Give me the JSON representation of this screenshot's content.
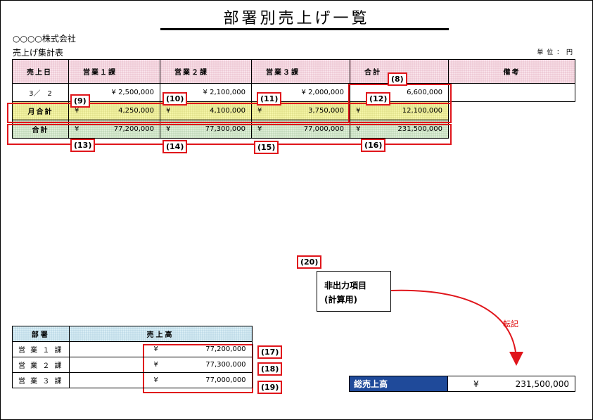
{
  "header": {
    "title": "部署別売上げ一覧",
    "company": "○○○○株式会社",
    "subtitle": "売上げ集計表",
    "unit": "単 位 ： 円"
  },
  "main_table": {
    "headers": [
      "売上日",
      "営業１課",
      "営業２課",
      "営業３課",
      "合計",
      "備考"
    ],
    "date_row": {
      "date": "3／　2",
      "values": [
        "2,500,000",
        "2,100,000",
        "2,000,000",
        "6,600,000"
      ],
      "note": ""
    },
    "month_row": {
      "label": "月合計",
      "values": [
        "4,250,000",
        "4,100,000",
        "3,750,000",
        "12,100,000"
      ]
    },
    "total_row": {
      "label": "合計",
      "values": [
        "77,200,000",
        "77,300,000",
        "77,000,000",
        "231,500,000"
      ]
    },
    "currency": "¥"
  },
  "markers": {
    "m8": "(8)",
    "m9": "(9)",
    "m10": "(10)",
    "m11": "(11)",
    "m12": "(12)",
    "m13": "(13)",
    "m14": "(14)",
    "m15": "(15)",
    "m16": "(16)",
    "m17": "(17)",
    "m18": "(18)",
    "m19": "(19)",
    "m20": "(20)"
  },
  "non_output": {
    "line1": "非出力項目",
    "line2": "(計算用)"
  },
  "transfer_label": "転記",
  "summary_table": {
    "headers": [
      "部署",
      "売上高"
    ],
    "rows": [
      {
        "dept": "営 業 １ 課",
        "amount": "77,200,000"
      },
      {
        "dept": "営 業 ２ 課",
        "amount": "77,300,000"
      },
      {
        "dept": "営 業 ３ 課",
        "amount": "77,000,000"
      }
    ]
  },
  "grand_total": {
    "label": "総売上高",
    "amount": "231,500,000"
  },
  "colors": {
    "accent_red": "#e0151b",
    "grand_label_bg": "#1f4a9a"
  }
}
